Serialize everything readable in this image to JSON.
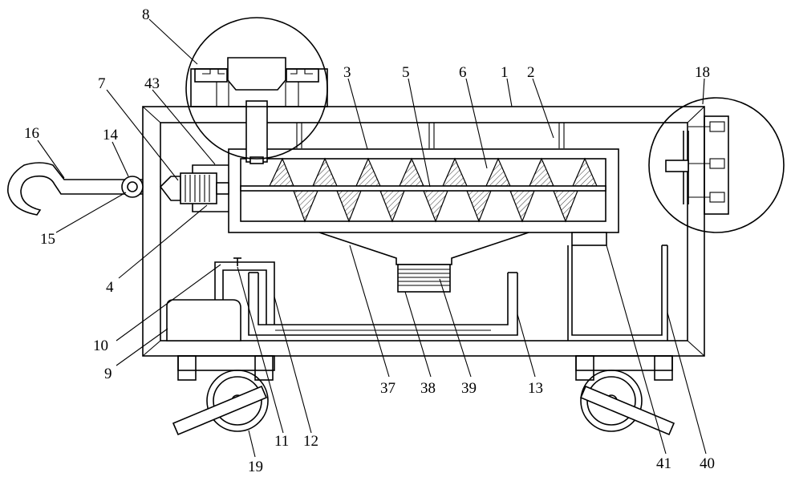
{
  "labels": {
    "l1": "1",
    "l2": "2",
    "l3": "3",
    "l4": "4",
    "l5": "5",
    "l6": "6",
    "l7": "7",
    "l8": "8",
    "l9": "9",
    "l10": "10",
    "l11": "11",
    "l12": "12",
    "l13": "13",
    "l14": "14",
    "l15": "15",
    "l16": "16",
    "l18": "18",
    "l19": "19",
    "l37": "37",
    "l38": "38",
    "l39": "39",
    "l40": "40",
    "l41": "41",
    "l43": "43"
  }
}
